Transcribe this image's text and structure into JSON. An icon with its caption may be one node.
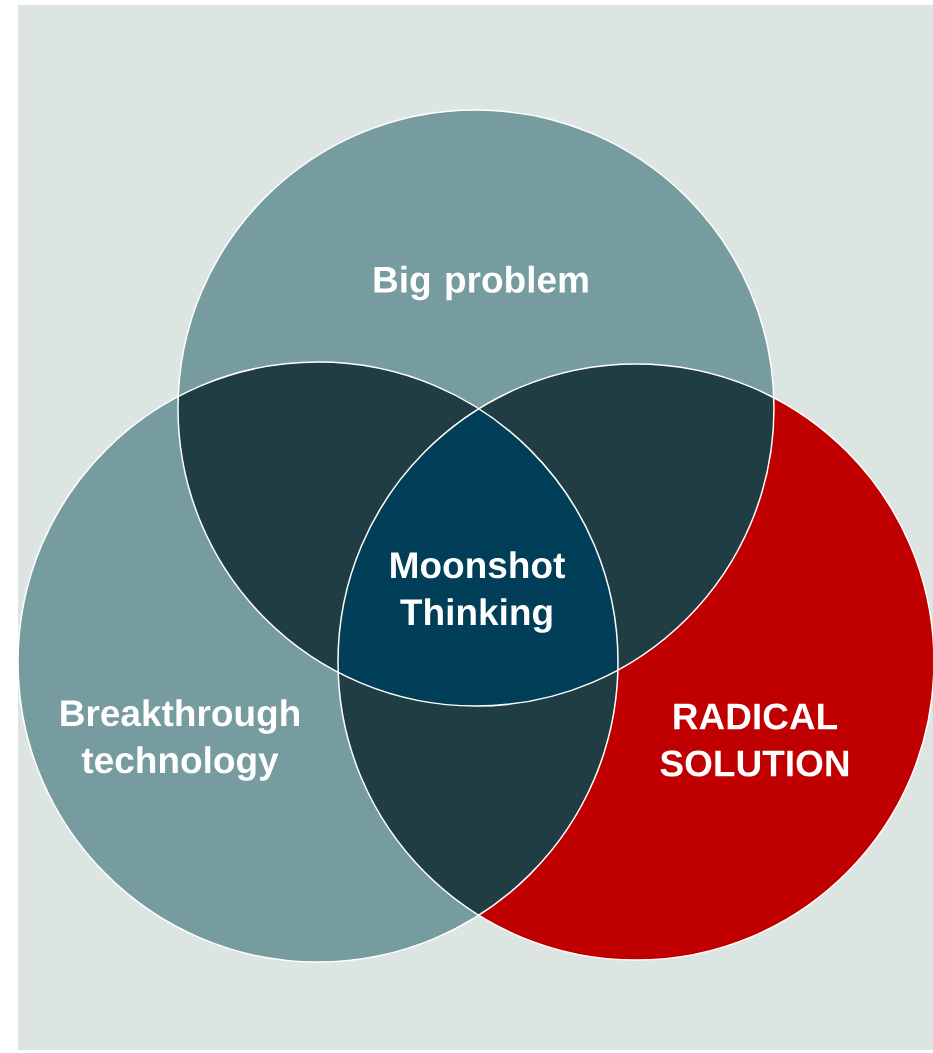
{
  "diagram": {
    "nodes": [
      {
        "text": [
          "Big problem"
        ]
      },
      {
        "text": [
          "Breakthrough technology"
        ]
      },
      {
        "text": [
          "RADICAL SOLUTION"
        ]
      },
      {
        "text": [
          "Moonshot Thinking"
        ]
      }
    ]
  }
}
